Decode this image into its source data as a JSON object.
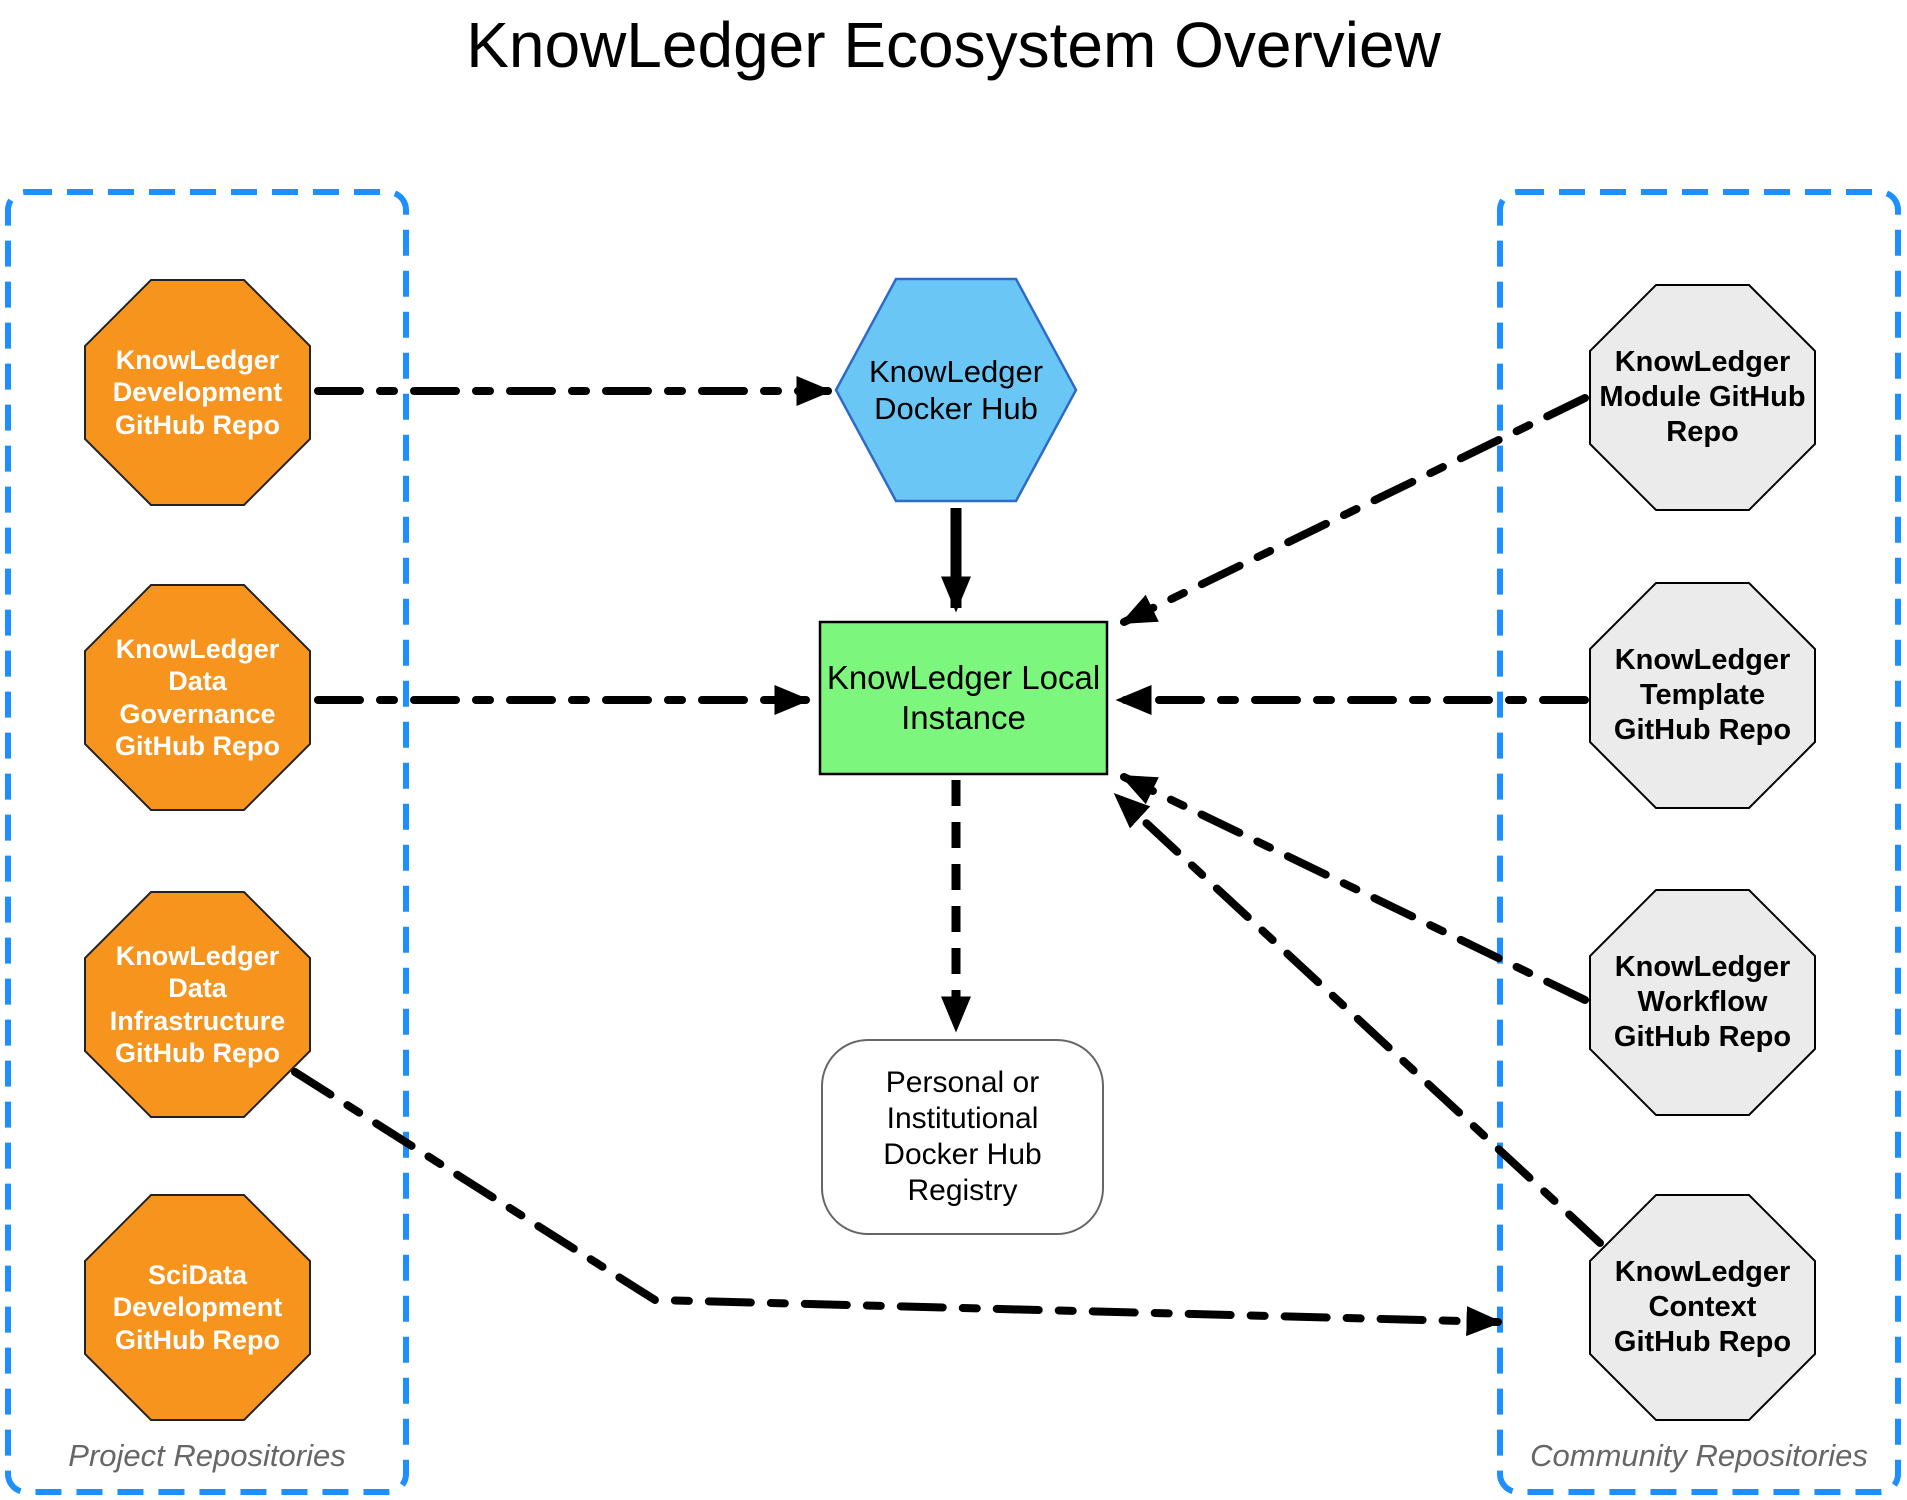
{
  "title": "KnowLedger Ecosystem Overview",
  "groups": {
    "project": {
      "label": "Project Repositories"
    },
    "community": {
      "label": "Community Repositories"
    }
  },
  "nodes": {
    "dev_repo": {
      "label": "KnowLedger Development GitHub Repo",
      "shape": "octagon",
      "fill": "#F7941E"
    },
    "data_gov_repo": {
      "label": "KnowLedger Data Governance GitHub Repo",
      "shape": "octagon",
      "fill": "#F7941E"
    },
    "data_infra_repo": {
      "label": "KnowLedger Data Infrastructure GitHub Repo",
      "shape": "octagon",
      "fill": "#F7941E"
    },
    "scidata_repo": {
      "label": "SciData Development GitHub Repo",
      "shape": "octagon",
      "fill": "#F7941E"
    },
    "docker_hub": {
      "label": "KnowLedger Docker Hub",
      "shape": "hexagon",
      "fill": "#6AC6F5"
    },
    "local_instance": {
      "label": "KnowLedger Local Instance",
      "shape": "rectangle",
      "fill": "#7DF67D"
    },
    "registry": {
      "label": "Personal or Institutional Docker Hub Registry",
      "shape": "rounded-rectangle",
      "fill": "#FFFFFF"
    },
    "module_repo": {
      "label": "KnowLedger Module GitHub Repo",
      "shape": "octagon",
      "fill": "#EBEBEB"
    },
    "template_repo": {
      "label": "KnowLedger Template GitHub Repo",
      "shape": "octagon",
      "fill": "#EBEBEB"
    },
    "workflow_repo": {
      "label": "KnowLedger Workflow GitHub Repo",
      "shape": "octagon",
      "fill": "#EBEBEB"
    },
    "context_repo": {
      "label": "KnowLedger Context GitHub Repo",
      "shape": "octagon",
      "fill": "#EBEBEB"
    }
  },
  "edges": [
    {
      "from": "dev_repo",
      "to": "docker_hub",
      "style": "dash-dot"
    },
    {
      "from": "docker_hub",
      "to": "local_instance",
      "style": "solid"
    },
    {
      "from": "data_gov_repo",
      "to": "local_instance",
      "style": "dash-dot"
    },
    {
      "from": "local_instance",
      "to": "registry",
      "style": "dashed"
    },
    {
      "from": "module_repo",
      "to": "local_instance",
      "style": "dash-dot"
    },
    {
      "from": "template_repo",
      "to": "local_instance",
      "style": "dash-dot"
    },
    {
      "from": "workflow_repo",
      "to": "local_instance",
      "style": "dash-dot"
    },
    {
      "from": "context_repo",
      "to": "local_instance",
      "style": "dash-dot"
    },
    {
      "from": "data_infra_repo",
      "to": "context_repo",
      "style": "dash-dot"
    }
  ],
  "colors": {
    "project_repo_fill": "#F7941E",
    "community_repo_fill": "#EBEBEB",
    "docker_hub_fill": "#6AC6F5",
    "docker_hub_border": "#2E6BC9",
    "local_instance_fill": "#7DF67D",
    "group_border": "#1E8FFF",
    "edge_color": "#000000",
    "group_label_color": "#666666"
  }
}
